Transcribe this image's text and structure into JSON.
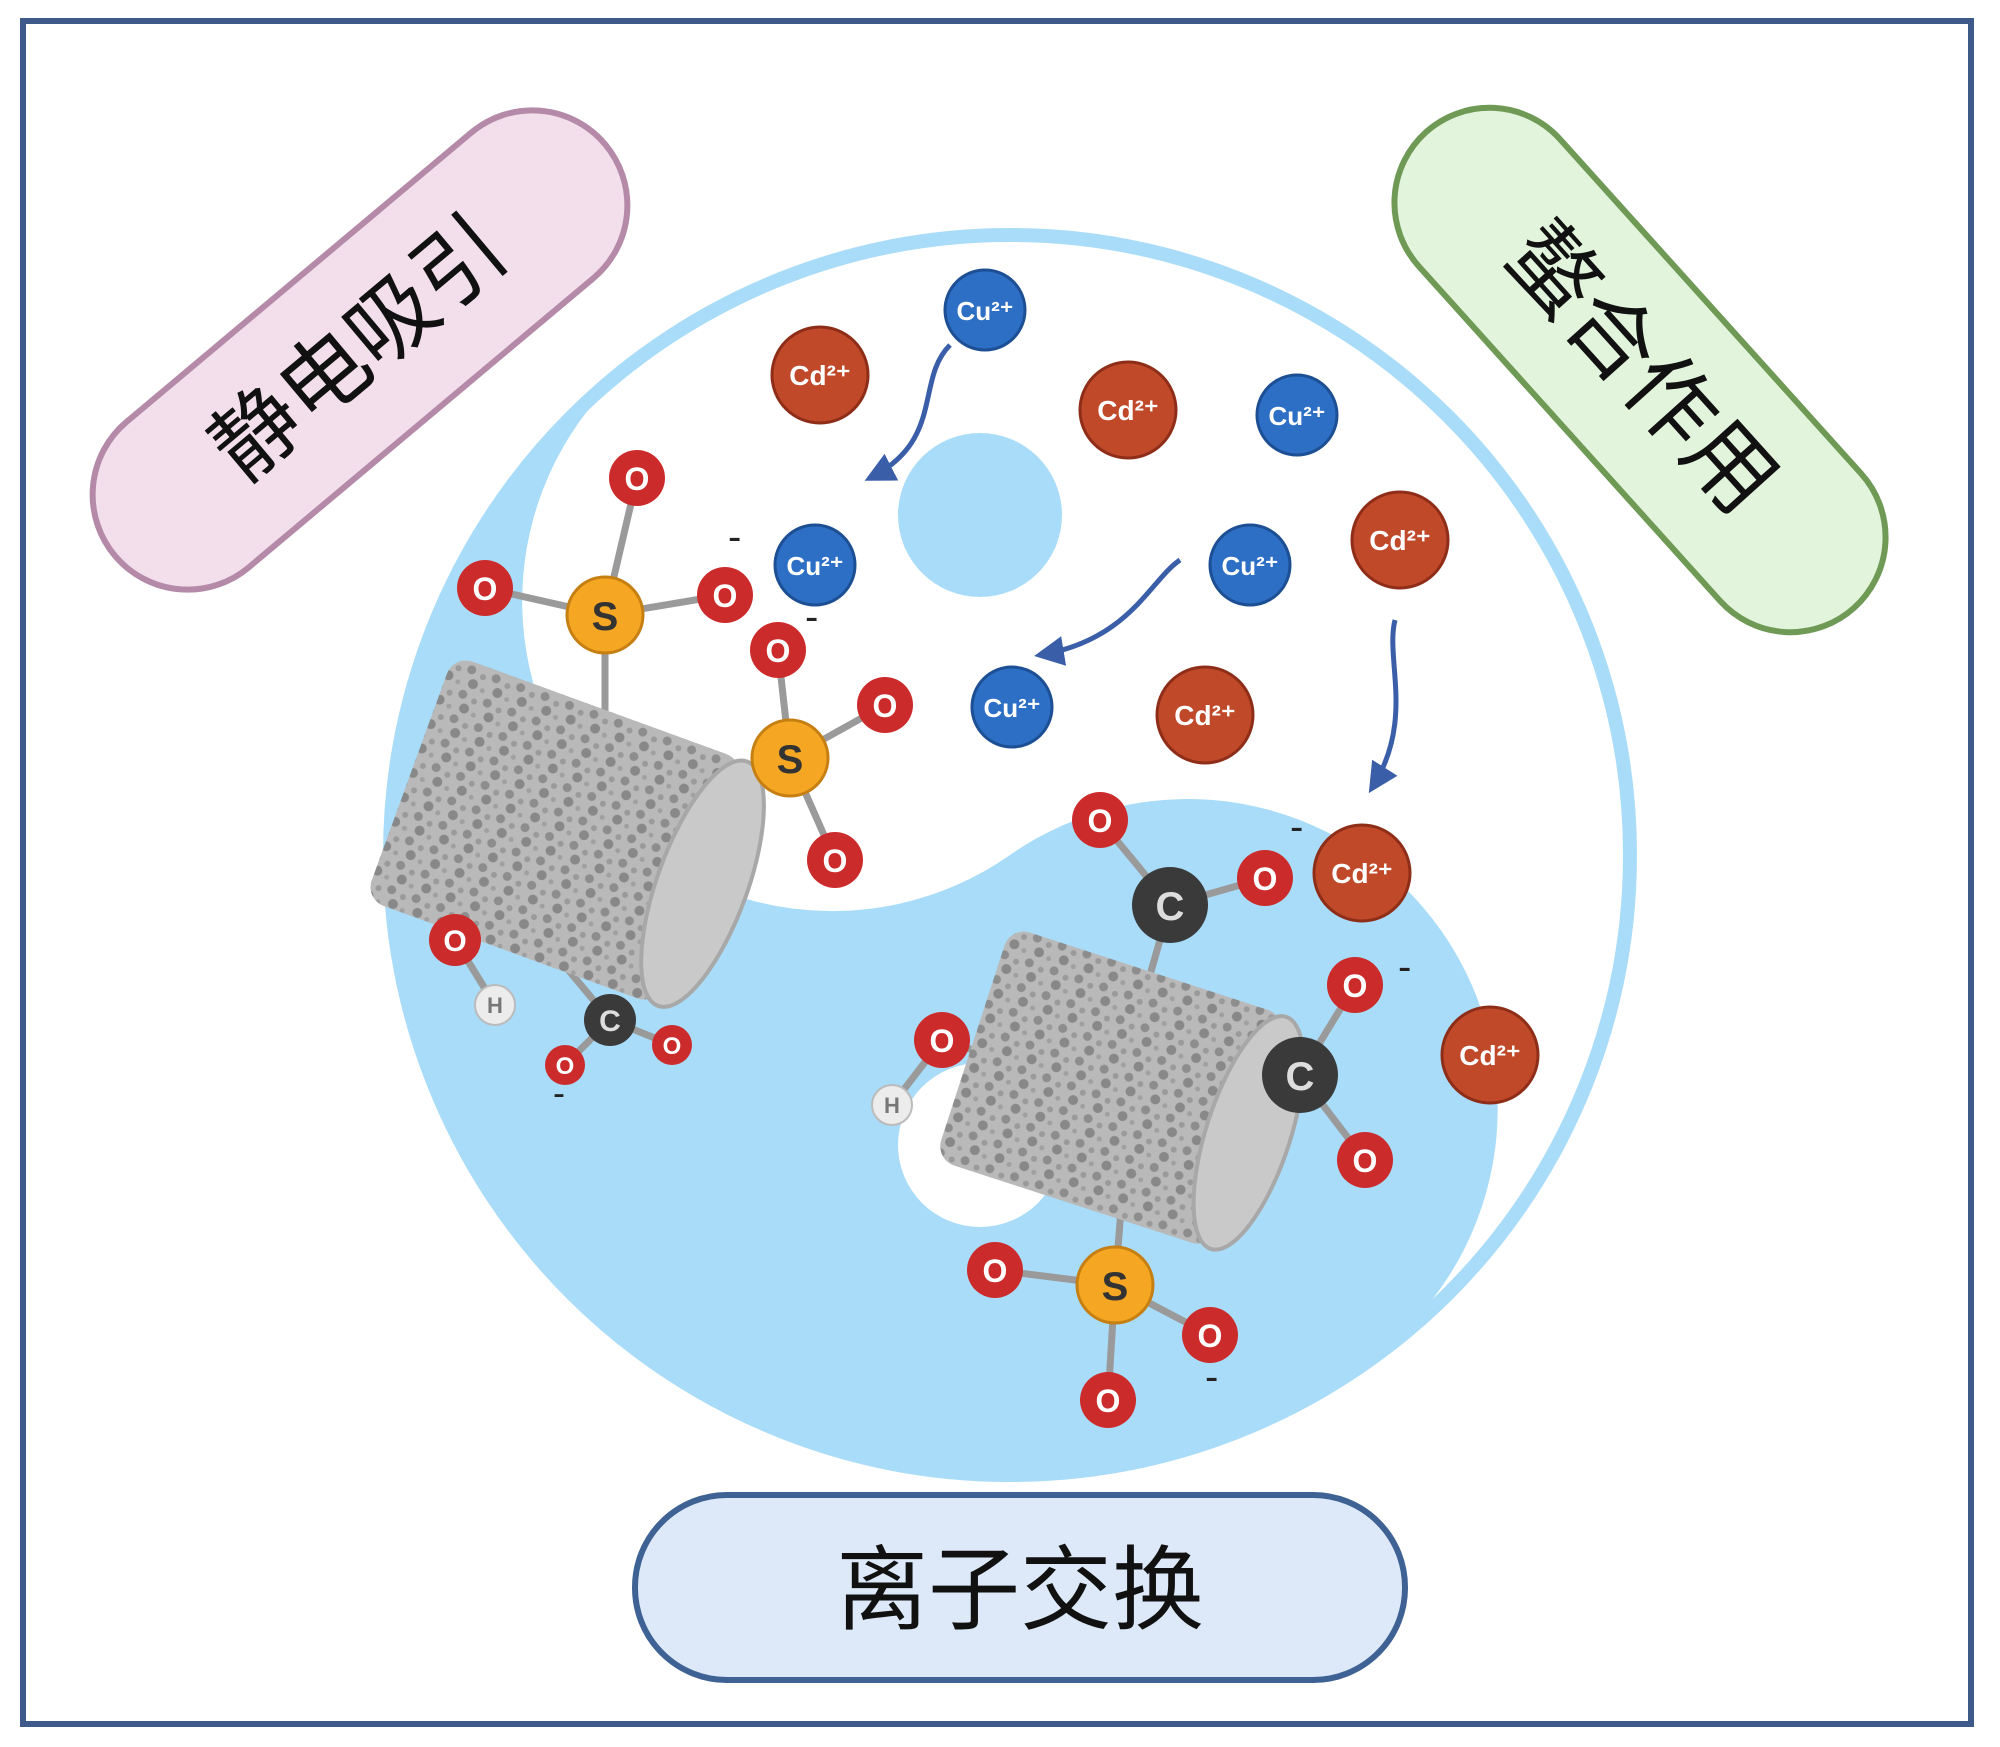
{
  "labels": {
    "top_left": "静电吸引",
    "top_right": "螯合作用",
    "bottom": "离子交换"
  },
  "ions": {
    "copper": "Cu²⁺",
    "cadmium": "Cd²⁺"
  },
  "atoms": {
    "sulfur": "S",
    "oxygen": "O",
    "carbon": "C",
    "hydrogen": "H",
    "negative_charge": "-"
  },
  "colors": {
    "frame": "#3d5a8a",
    "yinyang_light": "#a9dcf8",
    "pill_pink_fill": "#f3dfec",
    "pill_pink_stroke": "#b48aa8",
    "pill_green_fill": "#e3f4dc",
    "pill_green_stroke": "#6f9a55",
    "pill_blue_fill": "#dde9f8",
    "pill_blue_stroke": "#3f6294",
    "copper_ion": "#2d6fc4",
    "cadmium_ion": "#c0492a",
    "oxygen": "#cc2b2b",
    "sulfur": "#f5a623",
    "carbon": "#3a3a3a"
  }
}
